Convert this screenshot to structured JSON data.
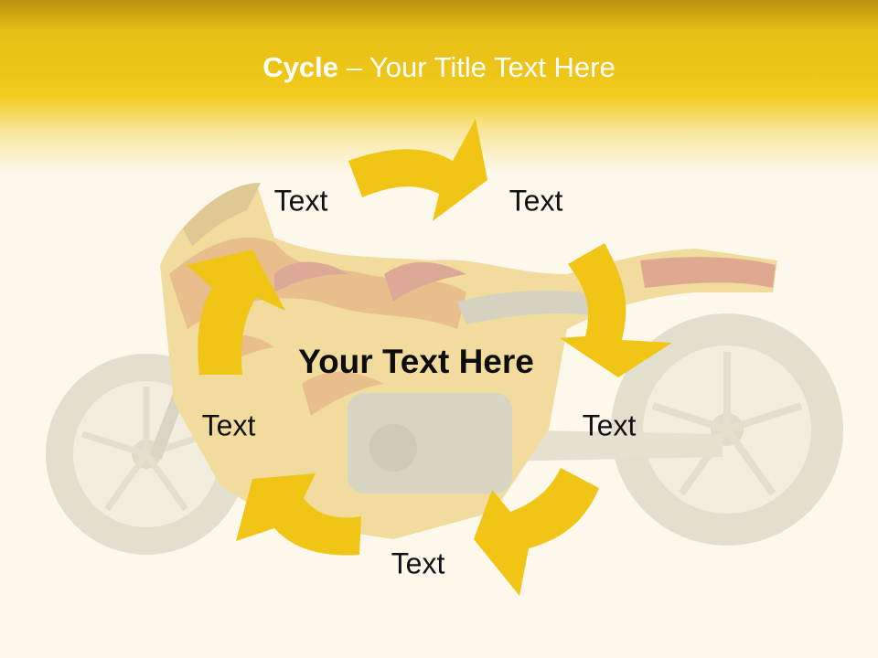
{
  "title": {
    "bold": "Cycle",
    "rest": " – Your Title Text Here"
  },
  "center_text": "Your Text Here",
  "labels": [
    "Text",
    "Text",
    "Text",
    "Text",
    "Text"
  ],
  "colors": {
    "header": "#e9c219",
    "arrow": "#f0c515",
    "background": "#fcf8ec"
  },
  "background_image": "faded-flame-painted-motorcycle"
}
